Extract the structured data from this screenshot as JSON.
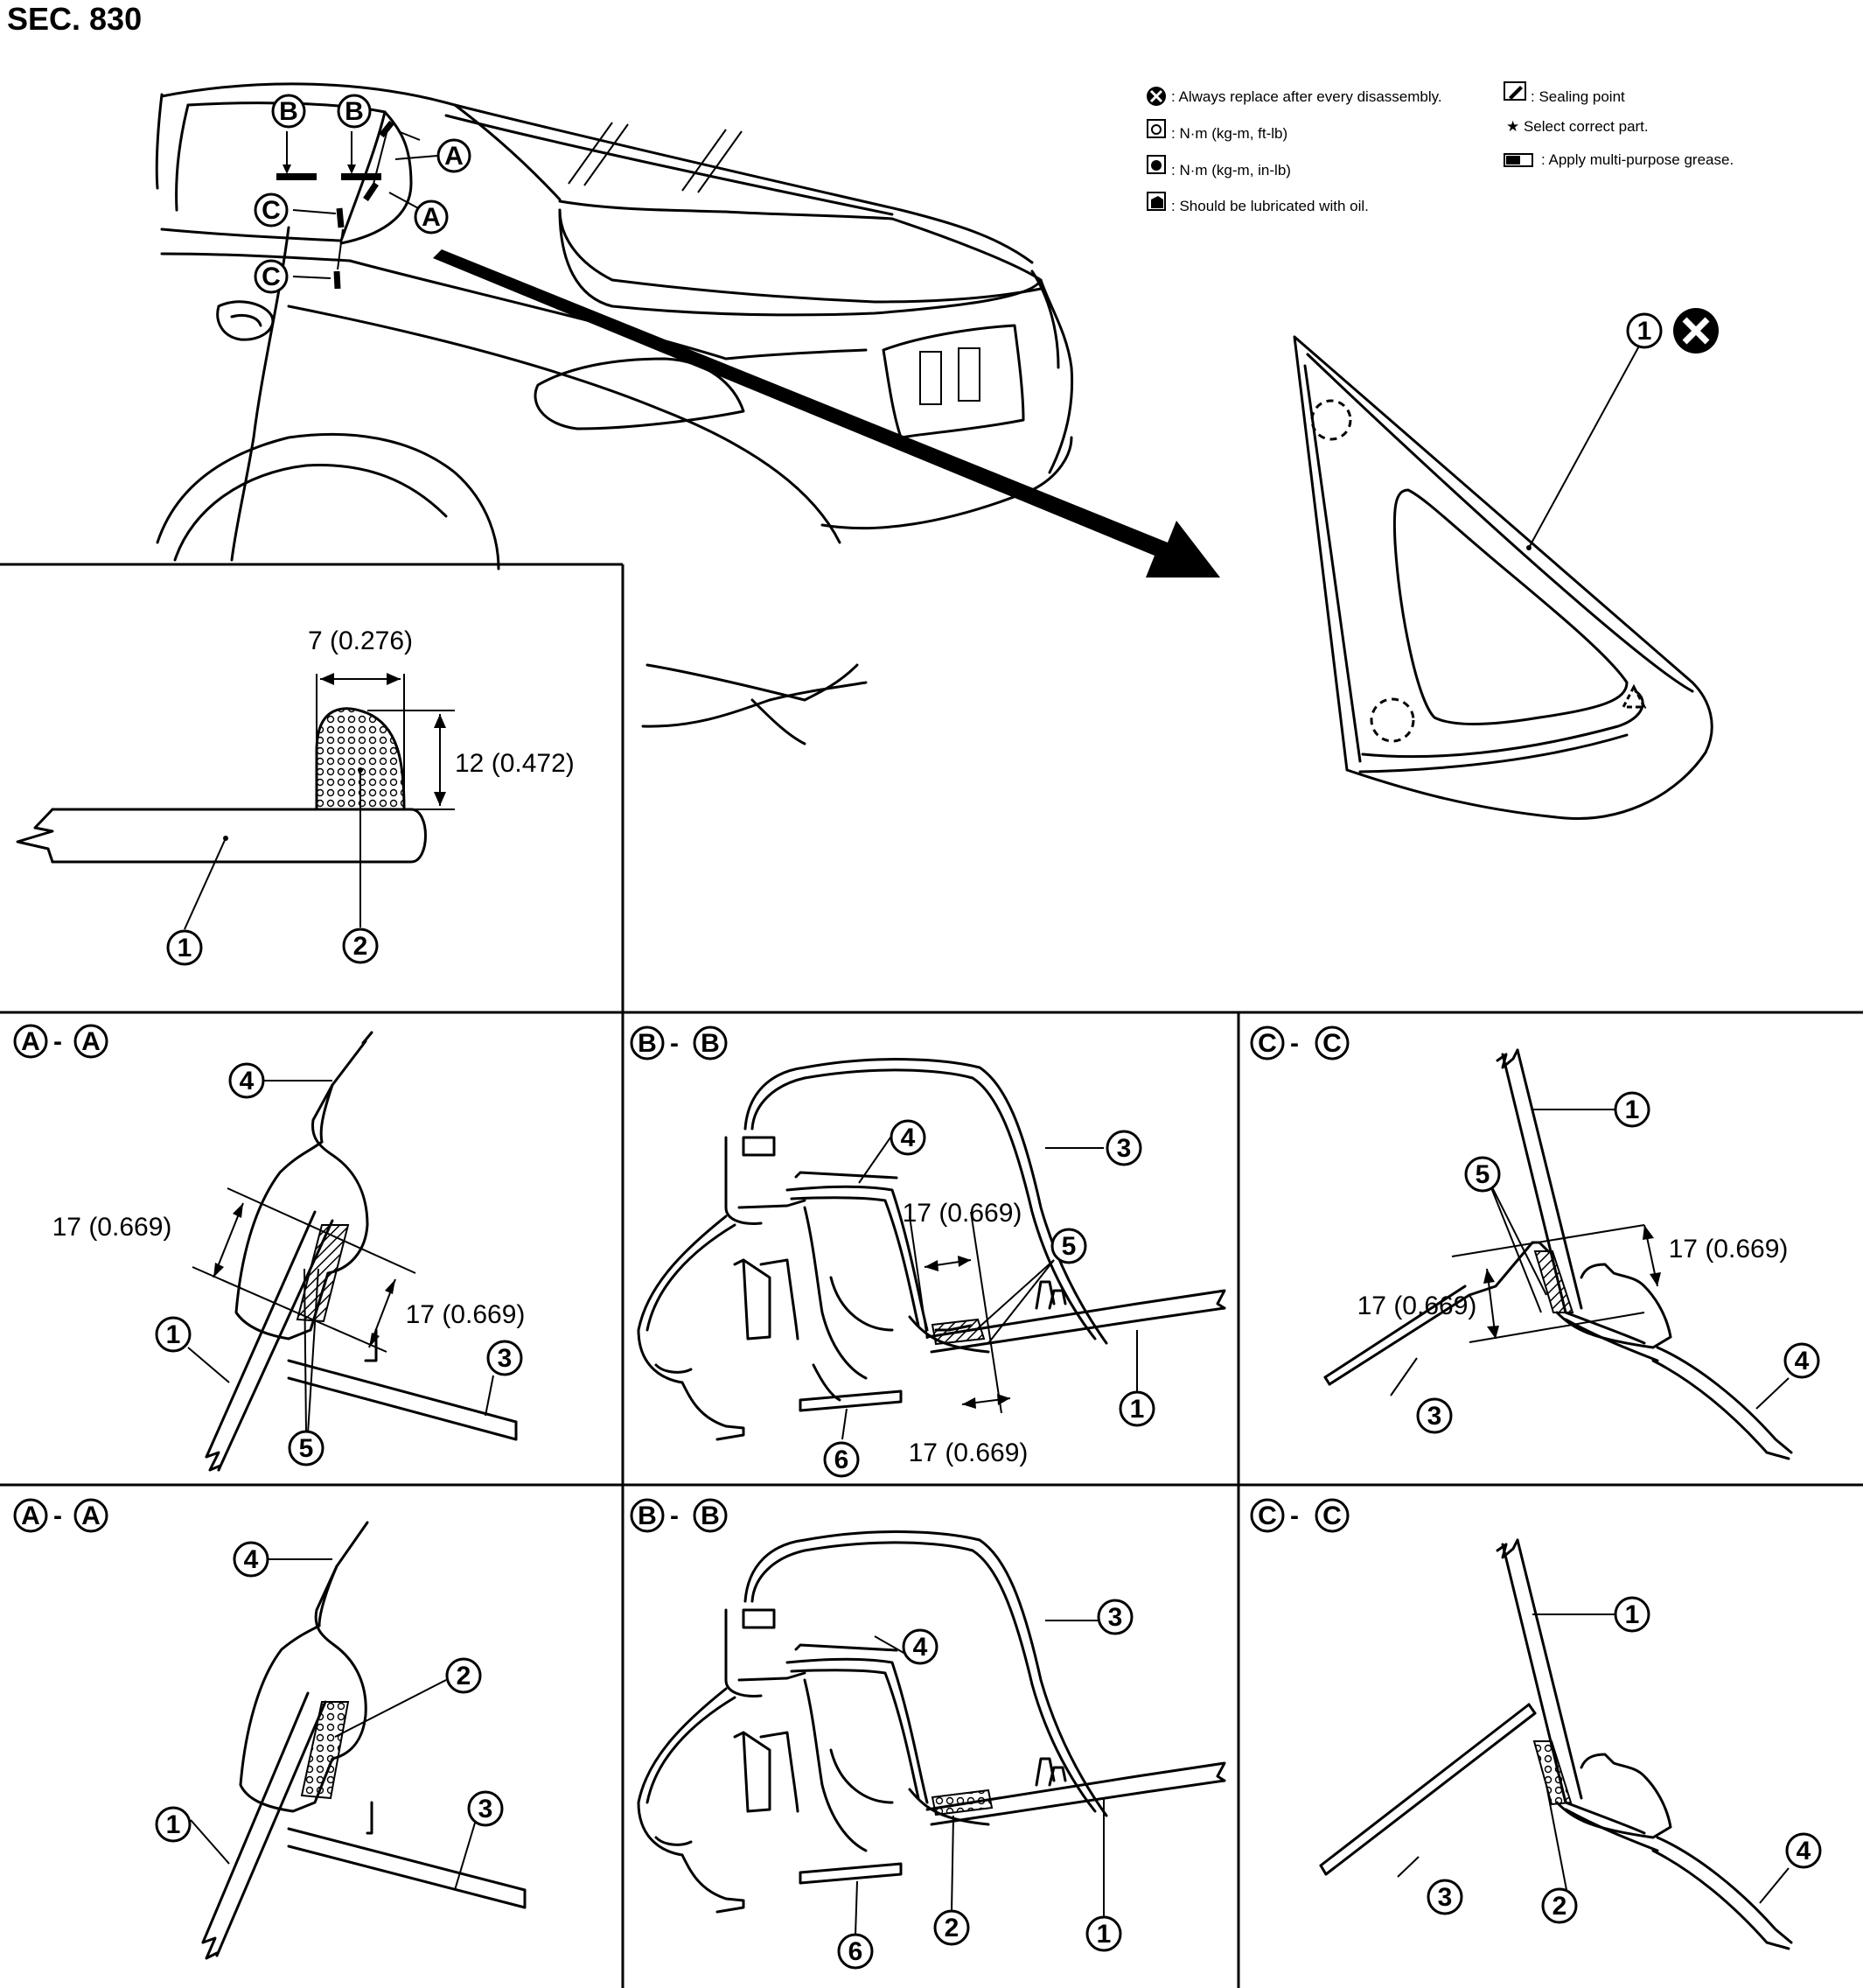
{
  "header": {
    "section_title": "SEC. 830"
  },
  "legend": {
    "left": [
      {
        "icon": "replace-icon",
        "text": ": Always replace after every disassembly."
      },
      {
        "icon": "torque-ftlb-icon",
        "text": ": N·m (kg-m, ft-lb)"
      },
      {
        "icon": "torque-inlb-icon",
        "text": ": N·m (kg-m, in-lb)"
      },
      {
        "icon": "oil-can-icon",
        "text": ": Should be lubricated with oil."
      }
    ],
    "right": [
      {
        "icon": "sealing-point-icon",
        "text": ": Sealing point"
      },
      {
        "icon": "star-icon",
        "text": "★ Select correct part."
      },
      {
        "icon": "grease-icon",
        "text": ": Apply multi-purpose grease."
      }
    ]
  },
  "callouts": {
    "n1": "1",
    "n2": "2",
    "n3": "3",
    "n4": "4",
    "n5": "5",
    "n6": "6",
    "A": "A",
    "B": "B",
    "C": "C",
    "dash": "-"
  },
  "dimensions": {
    "width": "7 (0.276)",
    "height": "12 (0.472)",
    "seal": "17 (0.669)"
  },
  "colors": {
    "line": "#000000",
    "background": "#ffffff"
  }
}
